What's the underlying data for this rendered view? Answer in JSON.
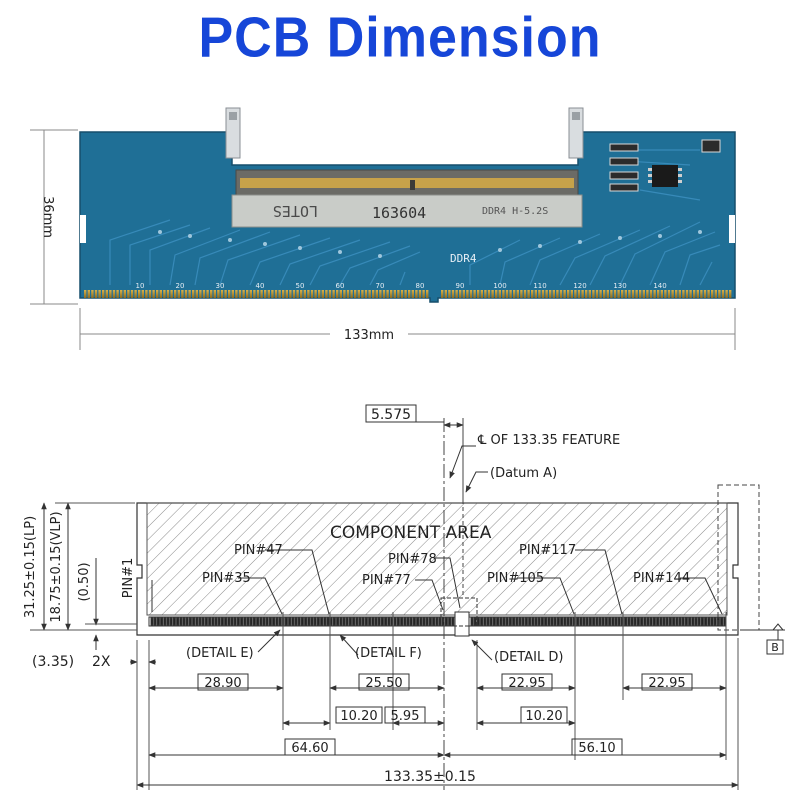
{
  "title": "PCB Dimension",
  "photo": {
    "height_label": "36mm",
    "width_label": "133mm",
    "chip_label": "163604",
    "chip_mark": "LOTES",
    "chip_side": "DDR4 H-5.2S",
    "board_label": "DDR4",
    "pin_numbers": [
      "10",
      "20",
      "30",
      "40",
      "50",
      "60",
      "70",
      "80",
      "90",
      "100",
      "110",
      "120",
      "130",
      "140"
    ]
  },
  "drawing": {
    "top_dim": "5.575",
    "centerline_note": "℄ OF 133.35 FEATURE",
    "datum_note": "(Datum A)",
    "component_area": "COMPONENT AREA",
    "height_lp": "31.25±0.15(LP)",
    "height_vlp": "18.75±0.15(VLP)",
    "dim_050": "(0.50)",
    "dim_335": "(3.35)",
    "dim_2x": "2X",
    "pins": {
      "p1": "PIN#1",
      "p35": "PIN#35",
      "p47": "PIN#47",
      "p77": "PIN#77",
      "p78": "PIN#78",
      "p105": "PIN#105",
      "p117": "PIN#117",
      "p144": "PIN#144"
    },
    "detail_e": "(DETAIL  E)",
    "detail_f": "(DETAIL  F)",
    "detail_d": "(DETAIL  D)",
    "datum_b": "B",
    "d_2890": "28.90",
    "d_2550": "25.50",
    "d_2295a": "22.95",
    "d_2295b": "22.95",
    "d_1020a": "10.20",
    "d_595": "5.95",
    "d_1020b": "10.20",
    "d_6460": "64.60",
    "d_5610": "56.10",
    "d_total": "133.35±0.15"
  }
}
